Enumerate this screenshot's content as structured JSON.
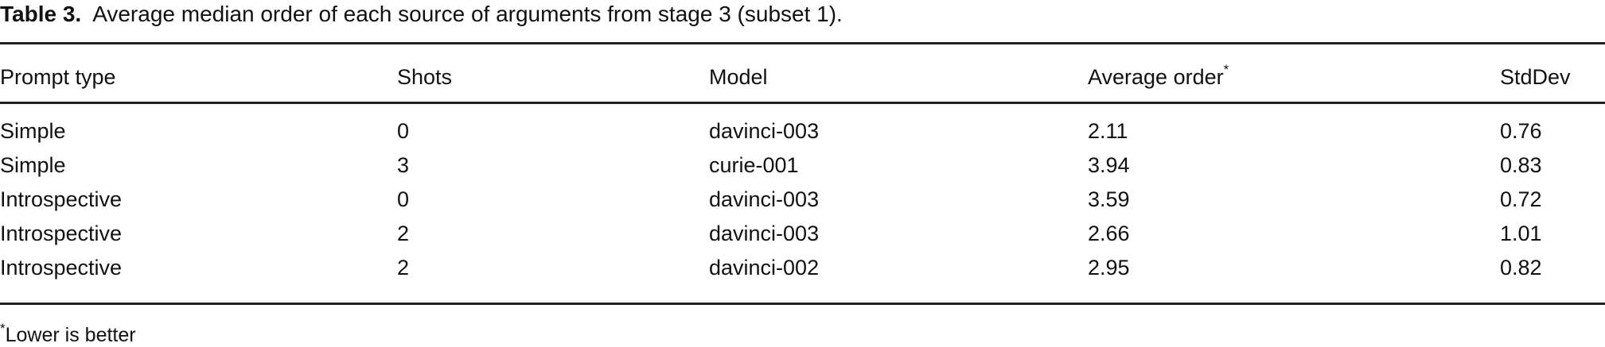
{
  "caption": {
    "label": "Table 3.",
    "text": "Average median order of each source of arguments from stage 3 (subset 1)."
  },
  "table": {
    "headers": [
      "Prompt type",
      "Shots",
      "Model",
      "Average order",
      "StdDev"
    ],
    "header_marker": "*",
    "rows": [
      [
        "Simple",
        "0",
        "davinci-003",
        "2.11",
        "0.76"
      ],
      [
        "Simple",
        "3",
        "curie-001",
        "3.94",
        "0.83"
      ],
      [
        "Introspective",
        "0",
        "davinci-003",
        "3.59",
        "0.72"
      ],
      [
        "Introspective",
        "2",
        "davinci-003",
        "2.66",
        "1.01"
      ],
      [
        "Introspective",
        "2",
        "davinci-002",
        "2.95",
        "0.82"
      ]
    ]
  },
  "footnote": {
    "marker": "*",
    "text": "Lower is better"
  }
}
